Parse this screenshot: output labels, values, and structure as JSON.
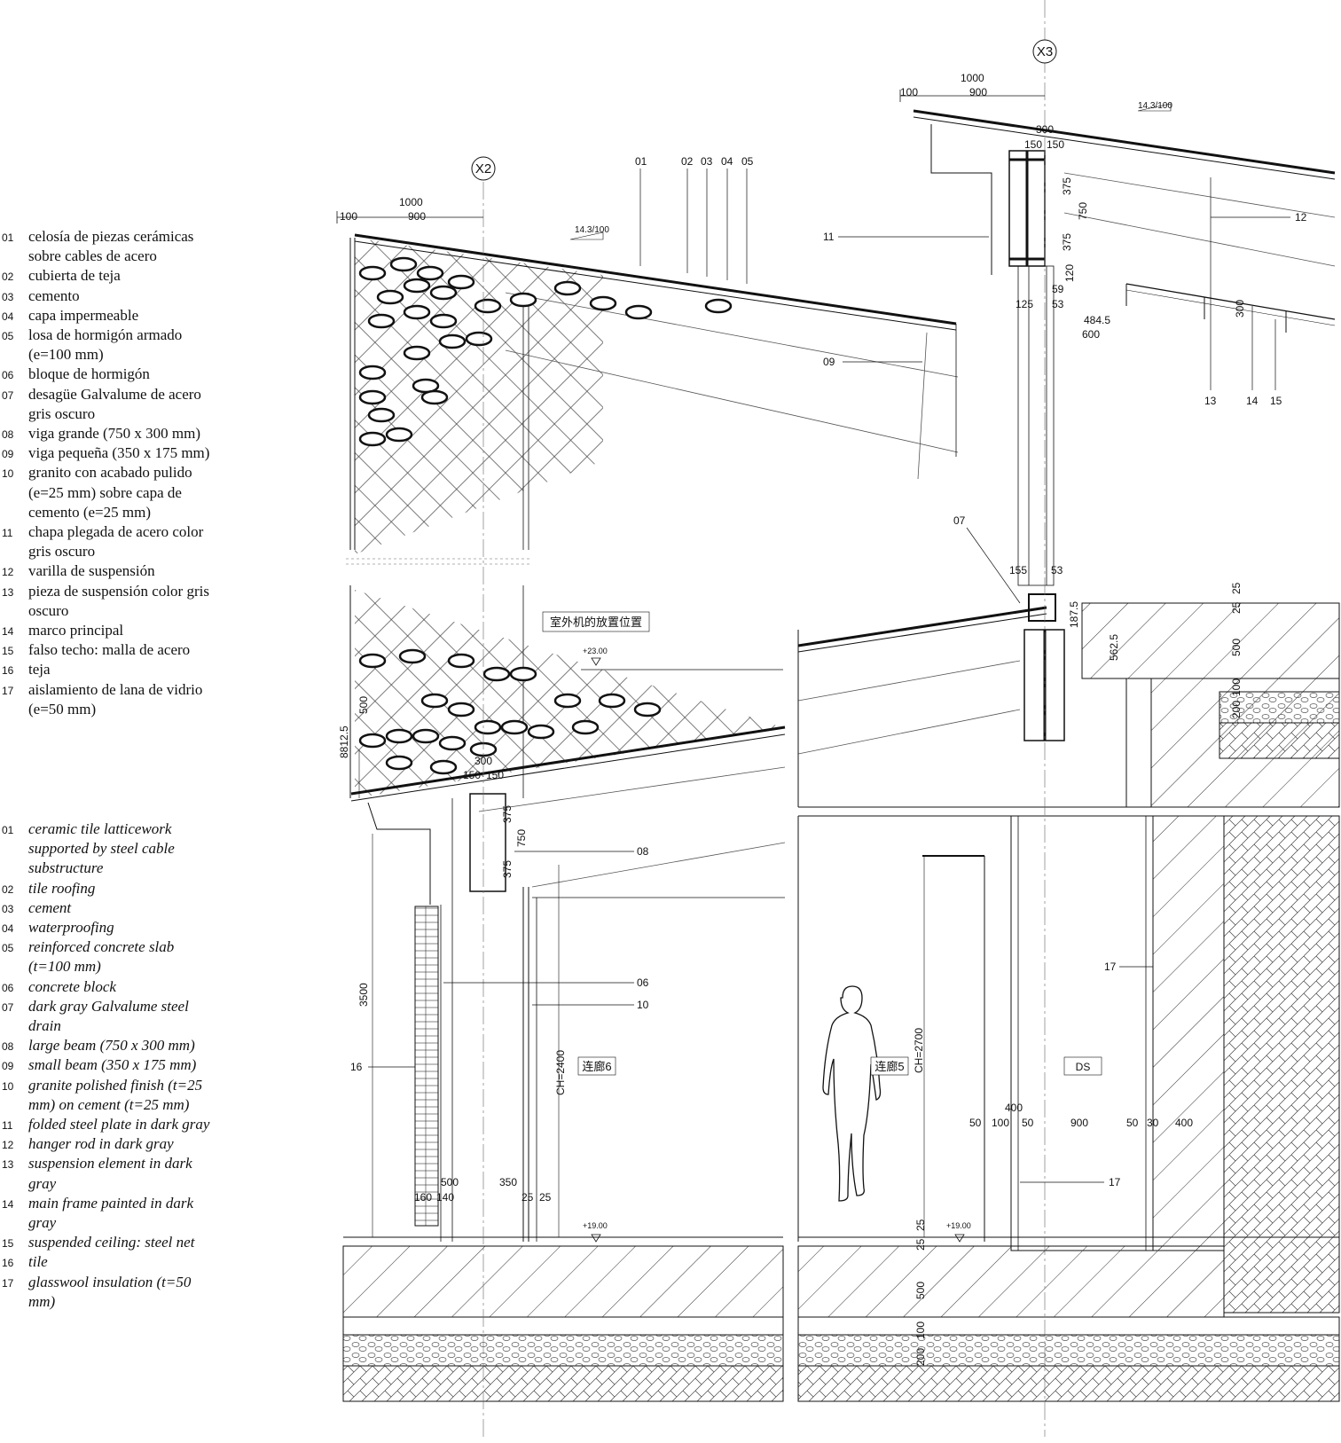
{
  "legend_es": [
    {
      "num": "01",
      "text": "celosía de piezas cerámicas sobre cables de acero"
    },
    {
      "num": "02",
      "text": "cubierta de teja"
    },
    {
      "num": "03",
      "text": "cemento"
    },
    {
      "num": "04",
      "text": "capa impermeable"
    },
    {
      "num": "05",
      "text": "losa de hormigón armado (e=100 mm)"
    },
    {
      "num": "06",
      "text": "bloque de hormigón"
    },
    {
      "num": "07",
      "text": "desagüe Galvalume de acero gris oscuro"
    },
    {
      "num": "08",
      "text": "viga grande (750 x 300 mm)"
    },
    {
      "num": "09",
      "text": "viga pequeña (350 x 175 mm)"
    },
    {
      "num": "10",
      "text": "granito con acabado pulido (e=25 mm) sobre capa de cemento (e=25 mm)"
    },
    {
      "num": "11",
      "text": "chapa plegada de acero color gris oscuro"
    },
    {
      "num": "12",
      "text": "varilla de suspensión"
    },
    {
      "num": "13",
      "text": "pieza de suspensión color gris oscuro"
    },
    {
      "num": "14",
      "text": "marco principal"
    },
    {
      "num": "15",
      "text": "falso techo: malla de acero"
    },
    {
      "num": "16",
      "text": "teja"
    },
    {
      "num": "17",
      "text": "aislamiento de lana de vidrio (e=50 mm)"
    }
  ],
  "legend_en": [
    {
      "num": "01",
      "text": "ceramic tile latticework supported by steel cable substructure"
    },
    {
      "num": "02",
      "text": "tile roofing"
    },
    {
      "num": "03",
      "text": "cement"
    },
    {
      "num": "04",
      "text": "waterproofing"
    },
    {
      "num": "05",
      "text": "reinforced concrete slab (t=100 mm)"
    },
    {
      "num": "06",
      "text": "concrete block"
    },
    {
      "num": "07",
      "text": "dark gray Galvalume steel drain"
    },
    {
      "num": "08",
      "text": "large beam (750 x 300 mm)"
    },
    {
      "num": "09",
      "text": "small beam (350 x 175 mm)"
    },
    {
      "num": "10",
      "text": "granite polished finish (t=25 mm) on cement (t=25 mm)"
    },
    {
      "num": "11",
      "text": "folded steel plate in dark gray"
    },
    {
      "num": "12",
      "text": "hanger rod in dark gray"
    },
    {
      "num": "13",
      "text": "suspension element in dark gray"
    },
    {
      "num": "14",
      "text": "main frame painted in dark gray"
    },
    {
      "num": "15",
      "text": "suspended ceiling: steel net"
    },
    {
      "num": "16",
      "text": "tile"
    },
    {
      "num": "17",
      "text": "glasswool insulation (t=50 mm)"
    }
  ],
  "drawing": {
    "grid_x2": "X2",
    "grid_x3": "X3",
    "slope": "14.3/100",
    "room_outdoor_unit": "室外机的放置位置",
    "room_corridor6": "连廊6",
    "room_corridor5": "连廊5",
    "room_ds": "DS",
    "level_23": "+23.00",
    "level_19": "+19.00",
    "ch_2400": "CH=2400",
    "ch_2700": "CH=2700",
    "callouts": [
      "01",
      "02",
      "03",
      "04",
      "05",
      "06",
      "07",
      "08",
      "09",
      "10",
      "11",
      "12",
      "13",
      "14",
      "15",
      "16",
      "17"
    ],
    "dims": [
      "1000",
      "100",
      "900",
      "300",
      "150",
      "150",
      "375",
      "750",
      "375",
      "120",
      "59",
      "53",
      "125",
      "484.5",
      "600",
      "155",
      "187.5",
      "562.5",
      "25",
      "500",
      "200",
      "100",
      "8812.5",
      "3500",
      "350",
      "160",
      "140",
      "400",
      "50",
      "30"
    ]
  }
}
